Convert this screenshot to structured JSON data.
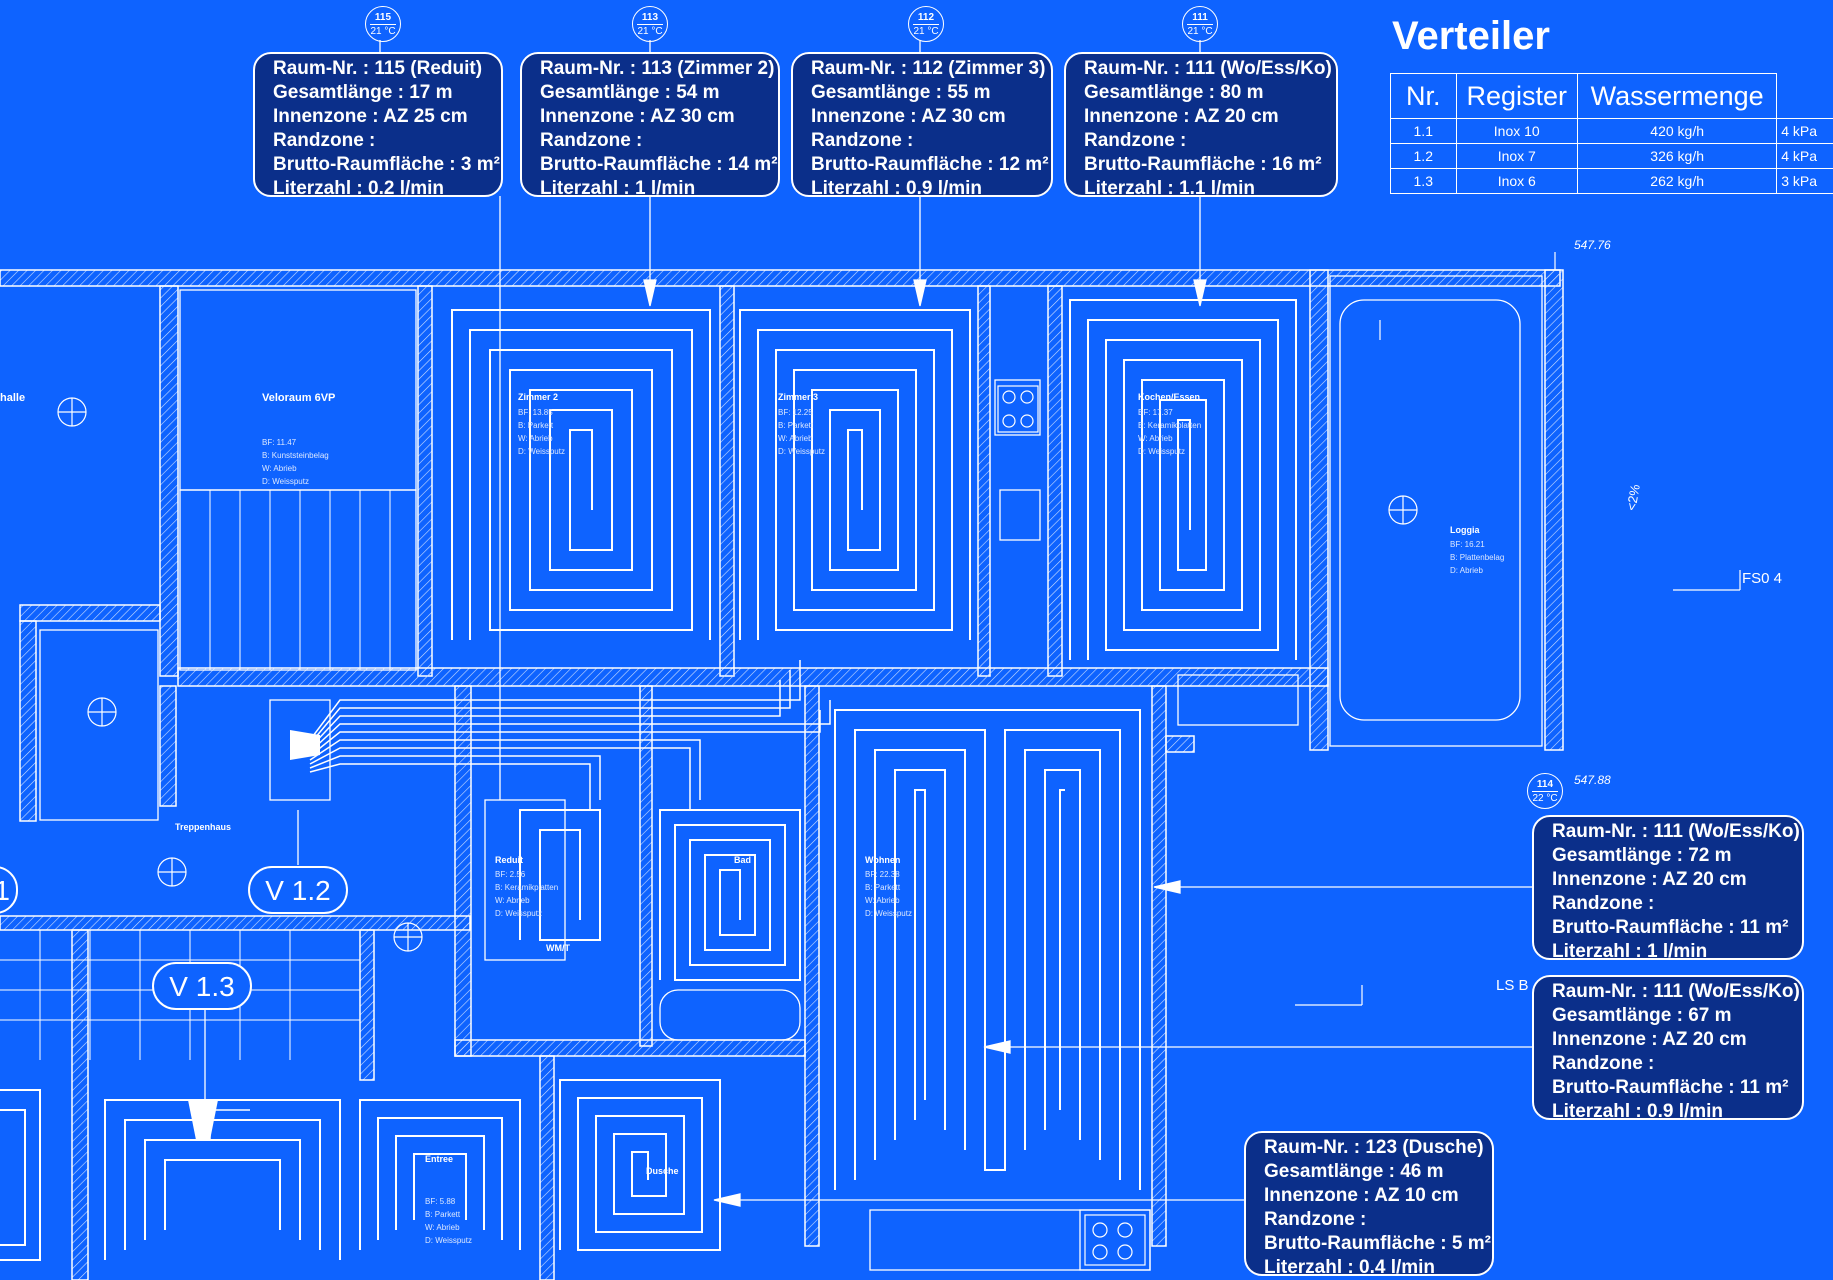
{
  "verteiler": {
    "title": "Verteiler",
    "headers": [
      "Nr.",
      "Register",
      "Wassermenge"
    ],
    "rows": [
      {
        "nr": "1.1",
        "register": "Inox 10",
        "menge": "420 kg/h",
        "kpa": "4 kPa"
      },
      {
        "nr": "1.2",
        "register": "Inox 7",
        "menge": "326 kg/h",
        "kpa": "4 kPa"
      },
      {
        "nr": "1.3",
        "register": "Inox 6",
        "menge": "262 kg/h",
        "kpa": "3 kPa"
      }
    ]
  },
  "room_tags": [
    {
      "nr": "115",
      "temp": "21 °C"
    },
    {
      "nr": "113",
      "temp": "21 °C"
    },
    {
      "nr": "112",
      "temp": "21 °C"
    },
    {
      "nr": "111",
      "temp": "21 °C"
    },
    {
      "nr": "114",
      "temp": "22 °C"
    }
  ],
  "callouts": [
    {
      "lines": [
        "Raum-Nr. : 115 (Reduit)",
        "Gesamtlänge : 17 m",
        "Innenzone : AZ 25 cm",
        "Randzone :",
        "Brutto-Raumfläche : 3 m²",
        "Literzahl : 0.2 l/min"
      ]
    },
    {
      "lines": [
        "Raum-Nr. : 113 (Zimmer 2)",
        "Gesamtlänge : 54 m",
        "Innenzone : AZ 30 cm",
        "Randzone :",
        "Brutto-Raumfläche : 14 m²",
        "Literzahl : 1 l/min"
      ]
    },
    {
      "lines": [
        "Raum-Nr. : 112 (Zimmer 3)",
        "Gesamtlänge : 55 m",
        "Innenzone : AZ 30 cm",
        "Randzone :",
        "Brutto-Raumfläche : 12 m²",
        "Literzahl : 0.9 l/min"
      ]
    },
    {
      "lines": [
        "Raum-Nr. : 111 (Wo/Ess/Ko)",
        "Gesamtlänge : 80 m",
        "Innenzone : AZ 20 cm",
        "Randzone :",
        "Brutto-Raumfläche : 16 m²",
        "Literzahl : 1.1 l/min"
      ]
    },
    {
      "lines": [
        "Raum-Nr. : 111 (Wo/Ess/Ko)",
        "Gesamtlänge : 72 m",
        "Innenzone : AZ 20 cm",
        "Randzone :",
        "Brutto-Raumfläche : 11 m²",
        "Literzahl : 1 l/min"
      ]
    },
    {
      "lines": [
        "Raum-Nr. : 111 (Wo/Ess/Ko)",
        "Gesamtlänge : 67 m",
        "Innenzone : AZ 20 cm",
        "Randzone :",
        "Brutto-Raumfläche : 11 m²",
        "Literzahl : 0.9 l/min"
      ]
    },
    {
      "lines": [
        "Raum-Nr. : 123 (Dusche)",
        "Gesamtlänge : 46 m",
        "Innenzone : AZ 10 cm",
        "Randzone :",
        "Brutto-Raumfläche : 5 m²",
        "Literzahl : 0.4 l/min"
      ]
    }
  ],
  "distributors": [
    "V 1.2",
    "V 1.3",
    "1"
  ],
  "room_labels": {
    "veloraum": "Veloraum   6VP",
    "zimmer2": "Zimmer   2",
    "zimmer3": "Zimmer   3",
    "kochen": "Kochen/Essen",
    "loggia": "Loggia",
    "treppenhaus": "Treppenhaus",
    "reduit": "Reduit",
    "bad": "Bad",
    "wohnen": "Wohnen",
    "entree": "Entree",
    "dusche": "Dusche",
    "halle": "halle"
  },
  "annotations": {
    "elev1": "547.76",
    "elev2": "547.88",
    "fso": "FS0  4",
    "ls": "LS  B",
    "gefaelle": "<2%",
    "wm": "WM/T",
    "room_details_zimmer2": "BF: 13.85\nB: Parkett\nW: Abrieb\nD: Weissputz",
    "room_details_zimmer3": "BF: 12.25\nB: Parkett\nW: Abrieb\nD: Weissputz",
    "room_details_kochen": "BF: 17.37\nB: Keramikplatten\nW: Abrieb\nD: Weissputz",
    "room_details_veloraum": "BF: 11.47\nB: Kunststeinbelag\nW: Abrieb\nD: Weissputz",
    "room_details_loggia": "BF: 16.21\nB: Plattenbelag\nD: Abrieb",
    "room_details_reduit": "BF: 2.56\nB: Keramikplatten\nW: Abrieb\nD: Weissputz",
    "room_details_wohnen": "BF: 22.38\nB: Parkett\nW: Abrieb\nD: Weissputz",
    "room_details_entree": "BF: 5.88\nB: Parkett\nW: Abrieb\nD: Weissputz"
  },
  "colors": {
    "background": "#0e63ff",
    "callout_fill": "#0b2f8a",
    "lines": "#ffffff"
  }
}
